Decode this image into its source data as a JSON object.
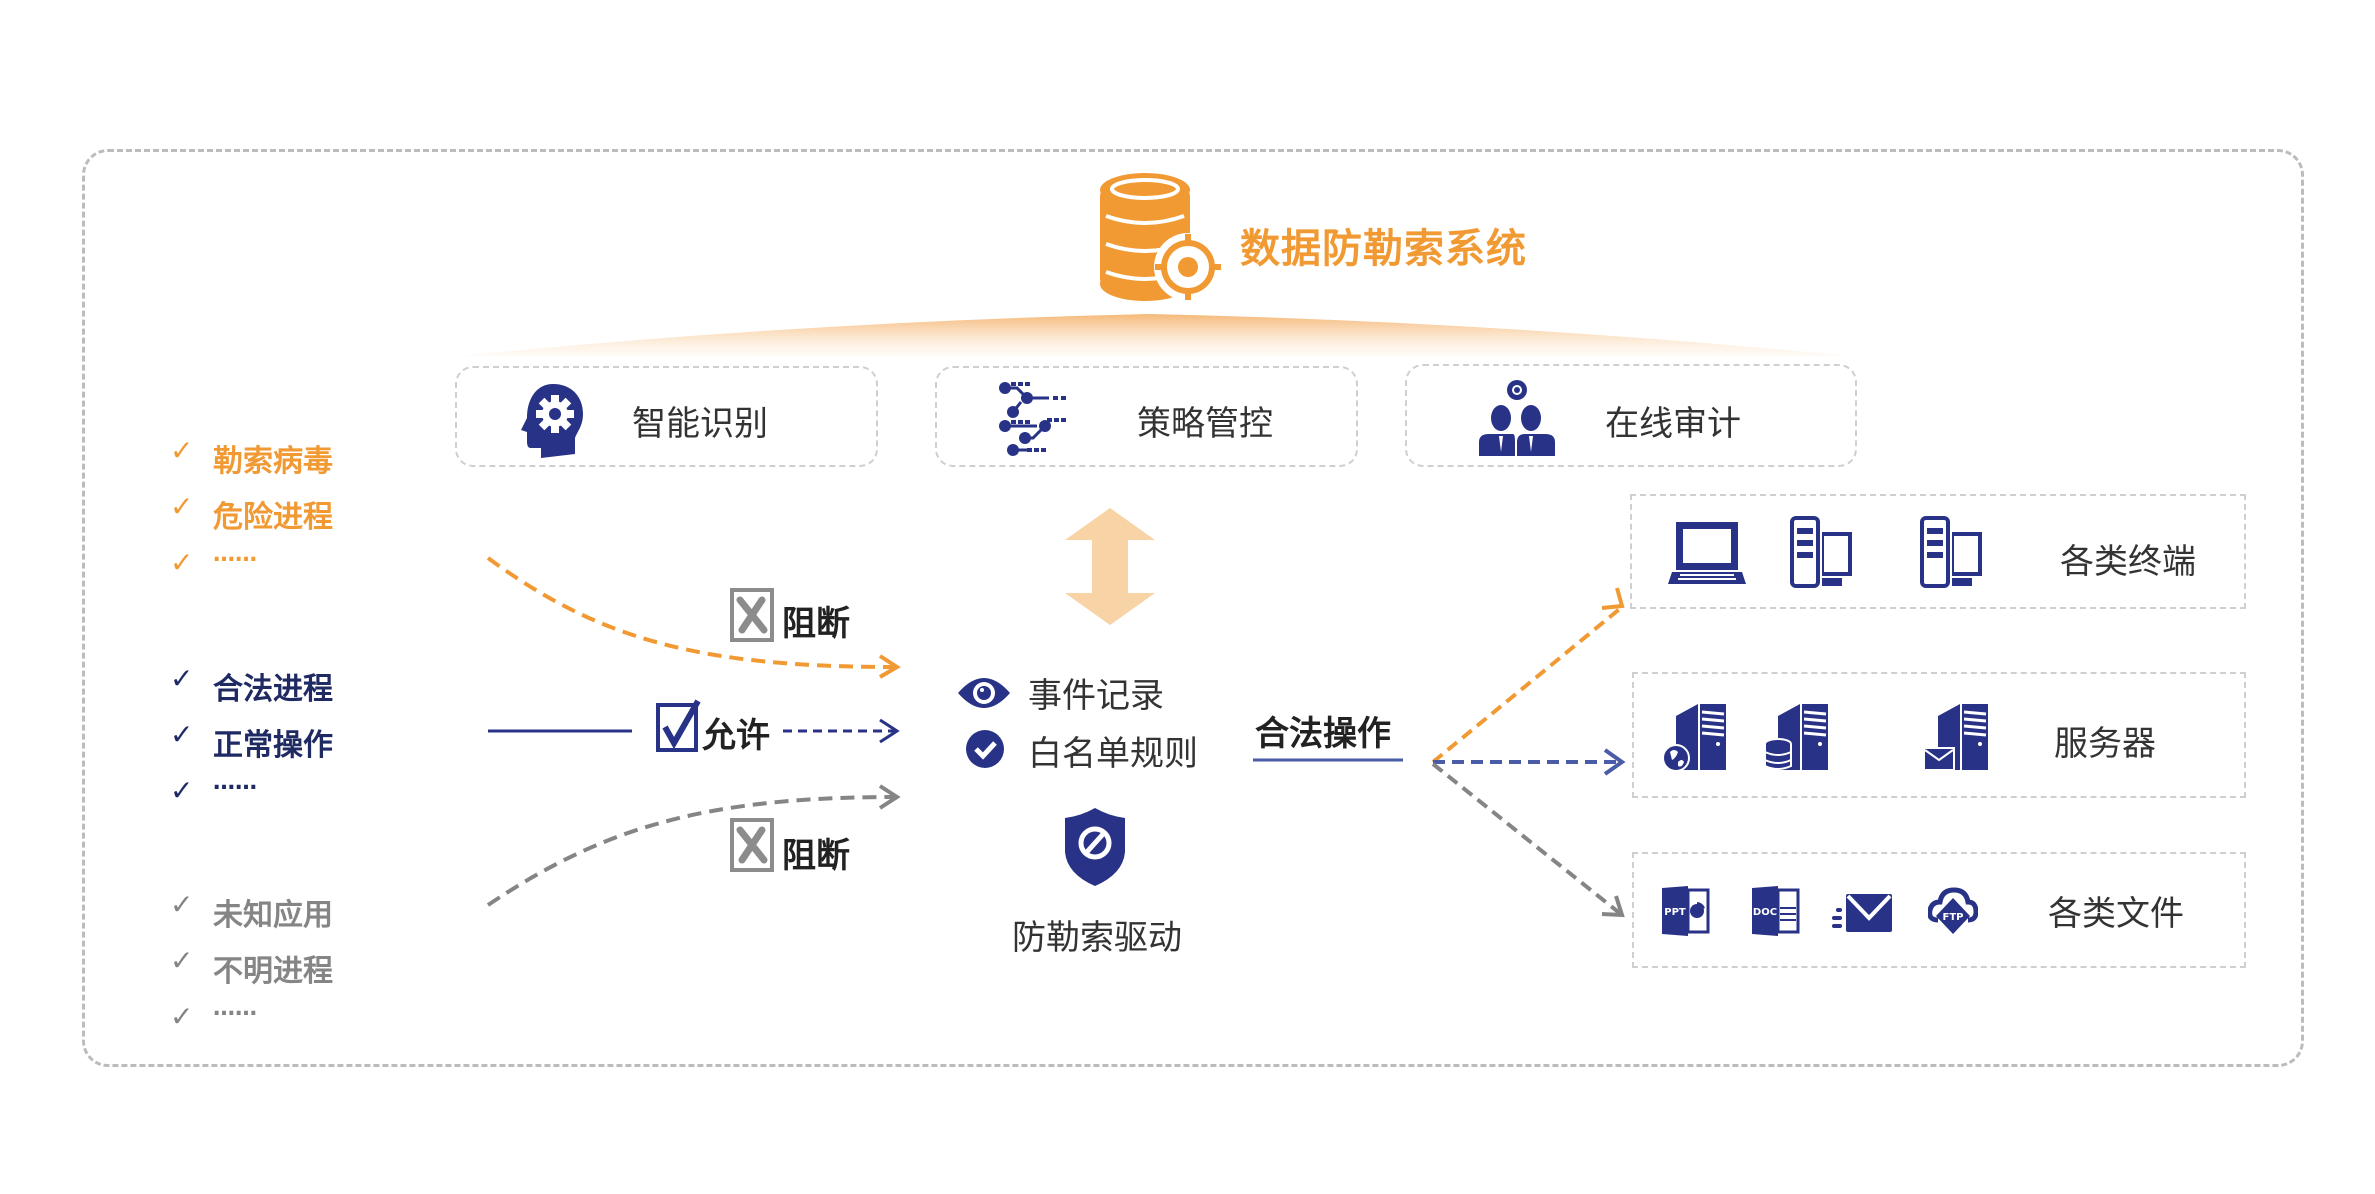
{
  "header": {
    "title": "数据防勒索系统",
    "icon": "database-target-icon",
    "accent_color": "#f19a34"
  },
  "features": [
    {
      "label": "智能识别",
      "icon": "brain-gear-icon"
    },
    {
      "label": "策略管控",
      "icon": "circuit-nodes-icon"
    },
    {
      "label": "在线审计",
      "icon": "audit-people-eye-icon"
    }
  ],
  "left_groups": [
    {
      "color": "#f19a34",
      "items": [
        "勒索病毒",
        "危险进程",
        "……"
      ]
    },
    {
      "color": "#1f2a63",
      "items": [
        "合法进程",
        "正常操作",
        "……"
      ]
    },
    {
      "color": "#858585",
      "items": [
        "未知应用",
        "不明进程",
        "……"
      ]
    }
  ],
  "flow_labels": {
    "block_top": "阻断",
    "allow": "允许",
    "block_bottom": "阻断"
  },
  "center": {
    "items": [
      {
        "label": "事件记录",
        "icon": "eye-icon"
      },
      {
        "label": "白名单规则",
        "icon": "check-circle-icon"
      }
    ],
    "driver_label": "防勒索驱动",
    "driver_icon": "shield-block-icon"
  },
  "legal_ops_label": "合法操作",
  "targets": [
    {
      "label": "各类终端",
      "icons": [
        "laptop-icon",
        "desktop-pc-icon",
        "desktop-pc-icon"
      ]
    },
    {
      "label": "服务器",
      "icons": [
        "web-server-icon",
        "database-server-icon",
        "mail-server-icon"
      ]
    },
    {
      "label": "各类文件",
      "icons": [
        "ppt-file-icon",
        "doc-file-icon",
        "email-icon",
        "ftp-cloud-icon"
      ],
      "icon_texts": [
        "PPT",
        "DOC",
        "",
        "FTP"
      ]
    }
  ],
  "colors": {
    "orange": "#f19a34",
    "navy": "#283286",
    "dark_navy": "#1f2a63",
    "gray": "#858585",
    "slate_blue": "#4a5ba8",
    "peach": "#f7d3a6"
  }
}
